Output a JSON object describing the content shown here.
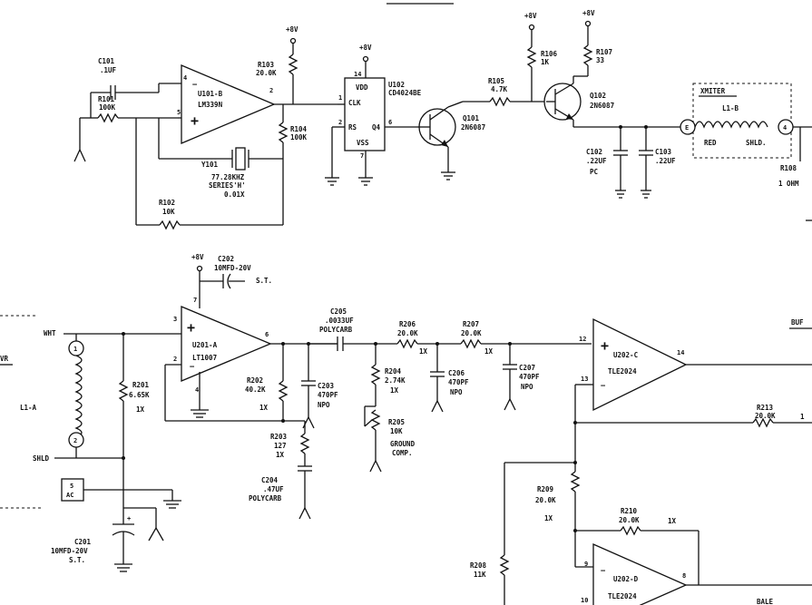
{
  "top_fragment": "",
  "c101": {
    "ref": "C101",
    "val": ".1UF"
  },
  "r101": {
    "ref": "R101",
    "val": "100K"
  },
  "r102": {
    "ref": "R102",
    "val": "10K"
  },
  "r103": {
    "ref": "R103",
    "val": "20.0K"
  },
  "r104": {
    "ref": "R104",
    "val": "100K"
  },
  "u101": {
    "ref": "U101-B",
    "part": "LM339N"
  },
  "y101": {
    "ref": "Y101",
    "freq": "77.28KHZ",
    "series": "SERIES'H'",
    "tol": "0.01X"
  },
  "u102": {
    "ref": "U102",
    "part": "CD4024BE",
    "vdd": "VDD",
    "vss": "VSS",
    "clk": "CLK",
    "rs": "RS",
    "q4": "Q4"
  },
  "supply": "+8V",
  "r105": {
    "ref": "R105",
    "val": "4.7K"
  },
  "r106": {
    "ref": "R106",
    "val": "1K"
  },
  "r107": {
    "ref": "R107",
    "val": "33"
  },
  "q101": {
    "ref": "Q101",
    "part": "2N6087"
  },
  "q102": {
    "ref": "Q102",
    "part": "2N6087"
  },
  "c102": {
    "ref": "C102",
    "val": ".22UF",
    "type": "PC"
  },
  "c103": {
    "ref": "C103",
    "val": ".22UF"
  },
  "xmtr": {
    "label": "XMITER",
    "coil": "L1-B",
    "red": "RED",
    "shld": "SHLD.",
    "pin_e": "E",
    "pin_4": "4"
  },
  "r108": {
    "ref": "R108",
    "val": "1 OHM"
  },
  "c202": {
    "ref": "C202",
    "val": "10MFD-20V",
    "type": "S.T."
  },
  "u201": {
    "ref": "U201-A",
    "part": "LT1007"
  },
  "rx": {
    "lead": "WHT",
    "coil": "L1-A",
    "shld": "SHLD",
    "fragment": "VR",
    "pin1": "1",
    "pin2": "2"
  },
  "r201": {
    "ref": "R201",
    "val": "6.65K",
    "tol": "1X"
  },
  "r202": {
    "ref": "R202",
    "val": "40.2K",
    "tol": "1X"
  },
  "r203": {
    "ref": "R203",
    "val": "127",
    "tol": "1X"
  },
  "c204": {
    "ref": "C204",
    "val": ".47UF",
    "type": "POLYCARB"
  },
  "c205": {
    "ref": "C205",
    "val": ".0033UF",
    "type": "POLYCARB"
  },
  "c203": {
    "ref": "C203",
    "val": "470PF",
    "type": "NPO"
  },
  "r204": {
    "ref": "R204",
    "val": "2.74K",
    "tol": "1X"
  },
  "r205": {
    "ref": "R205",
    "val": "10K",
    "note1": "GROUND",
    "note2": "COMP."
  },
  "r206": {
    "ref": "R206",
    "val": "20.0K",
    "tol": "1X"
  },
  "r207": {
    "ref": "R207",
    "val": "20.0K",
    "tol": "1X"
  },
  "c206": {
    "ref": "C206",
    "val": "470PF",
    "type": "NPO"
  },
  "c207": {
    "ref": "C207",
    "val": "470PF",
    "type": "NPO"
  },
  "u202c": {
    "ref": "U202-C",
    "part": "TLE2024"
  },
  "u202d": {
    "ref": "U202-D",
    "part": "TLE2024"
  },
  "r209": {
    "ref": "R209",
    "val": "20.0K",
    "tol": "1X"
  },
  "r210": {
    "ref": "R210",
    "val": "20.0K",
    "tol": "1X"
  },
  "r208": {
    "ref": "R208",
    "val": "11K"
  },
  "r213": {
    "ref": "R213",
    "val": "20.0K",
    "tol": "1"
  },
  "c201": {
    "ref": "C201",
    "val": "10MFD-20V",
    "type": "S.T."
  },
  "ac_box": {
    "label": "AC",
    "pin": "5"
  },
  "edge": {
    "buf": "BUF",
    "bottom": "BALE"
  },
  "pins": {
    "u101_in_minus": "4",
    "u101_in_plus": "5",
    "u101_out": "2",
    "u102_vdd": "14",
    "u102_clk": "1",
    "u102_rs": "2",
    "u102_q4": "6",
    "u102_vss": "7",
    "u201_plus": "3",
    "u201_minus": "2",
    "u201_out": "6",
    "u201_v": "7",
    "u201_b": "4",
    "u202c_plus": "12",
    "u202c_minus": "13",
    "u202c_out": "14",
    "u202d_a": "9",
    "u202d_b": "10",
    "u202d_out": "8"
  }
}
